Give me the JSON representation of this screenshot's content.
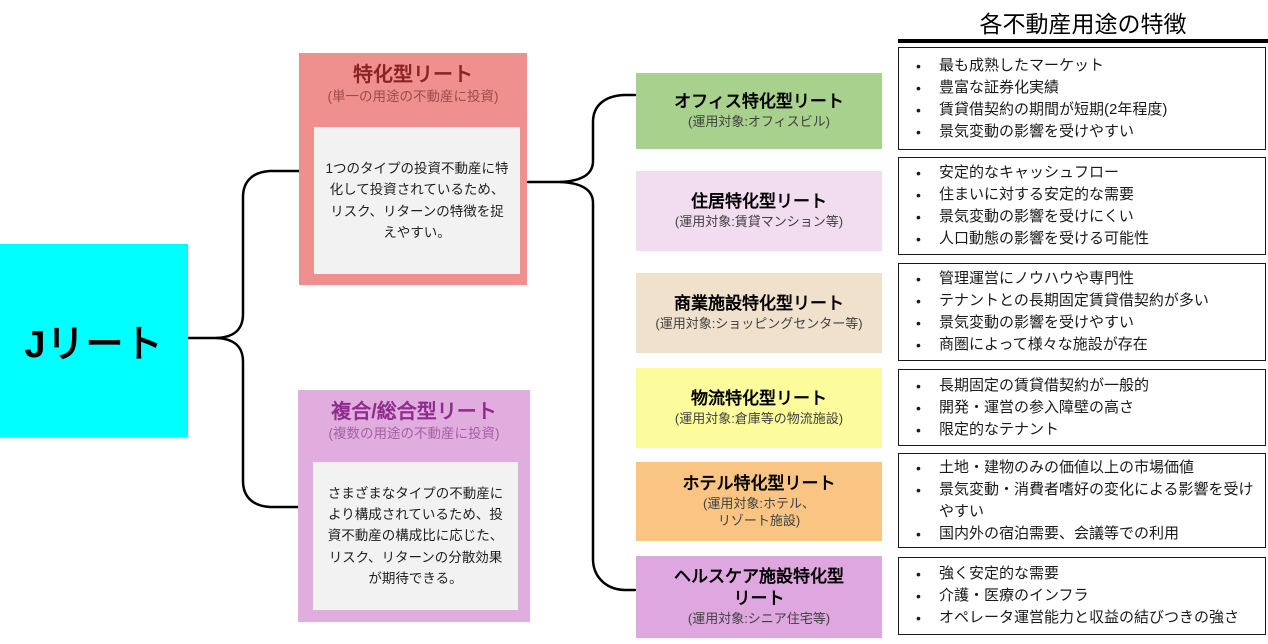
{
  "page": {
    "background": "#FFFFFF"
  },
  "root": {
    "label": "Jリート",
    "bg": "#00FFFF",
    "text_color": "#000000"
  },
  "connectors": {
    "color": "#000000"
  },
  "categories": [
    {
      "title": "特化型リート",
      "subtitle": "(単一の用途の不動産に投資)",
      "description": "1つのタイプの投資不動産に特化して投資されているため、リスク、リターンの特徴を捉えやすい。",
      "bg": "#F0908E",
      "title_color": "#8B2323",
      "subtitle_color": "#9A4B4B",
      "desc_bg": "#F2F2F2"
    },
    {
      "title": "複合/総合型リート",
      "subtitle": "(複数の用途の不動産に投資)",
      "description": "さまざまなタイプの不動産により構成されているため、投資不動産の構成比に応じた、リスク、リターンの分散効果が期待できる。",
      "bg": "#E1ACDE",
      "title_color": "#8E2C8E",
      "subtitle_color": "#A361A3",
      "desc_bg": "#F2F2F2"
    }
  ],
  "features_panel": {
    "header": "各不動産用途の特徴"
  },
  "types": [
    {
      "title": "オフィス特化型リート",
      "subtitle": "(運用対象:オフィスビル)",
      "bg": "#A9D18E",
      "features": [
        "最も成熟したマーケット",
        "豊富な証券化実績",
        "賃貸借契約の期間が短期(2年程度)",
        "景気変動の影響を受けやすい"
      ]
    },
    {
      "title": "住居特化型リート",
      "subtitle": "(運用対象:賃貸マンション等)",
      "bg": "#F2DCF0",
      "features": [
        "安定的なキャッシュフロー",
        "住まいに対する安定的な需要",
        "景気変動の影響を受けにくい",
        "人口動態の影響を受ける可能性"
      ]
    },
    {
      "title": "商業施設特化型リート",
      "subtitle": "(運用対象:ショッピングセンター等)",
      "bg": "#F0E1CD",
      "features": [
        "管理運営にノウハウや専門性",
        "テナントとの長期固定賃貸借契約が多い",
        "景気変動の影響を受けやすい",
        "商圏によって様々な施設が存在"
      ]
    },
    {
      "title": "物流特化型リート",
      "subtitle": "(運用対象:倉庫等の物流施設)",
      "bg": "#FCFC9C",
      "features": [
        "長期固定の賃貸借契約が一般的",
        "開発・運営の参入障壁の高さ",
        "限定的なテナント"
      ]
    },
    {
      "title": "ホテル特化型リート",
      "subtitle": "(運用対象:ホテル、\nリゾート施設)",
      "bg": "#FAC583",
      "features": [
        "土地・建物のみの価値以上の市場価値",
        "景気変動・消費者嗜好の変化による影響を受けやすい",
        "国内外の宿泊需要、会議等での利用"
      ]
    },
    {
      "title": "ヘルスケア施設特化型\nリート",
      "subtitle": "(運用対象:シニア住宅等)",
      "bg": "#DFA7DF",
      "features": [
        "強く安定的な需要",
        "介護・医療のインフラ",
        "オペレータ運営能力と収益の結びつきの強さ"
      ]
    }
  ]
}
